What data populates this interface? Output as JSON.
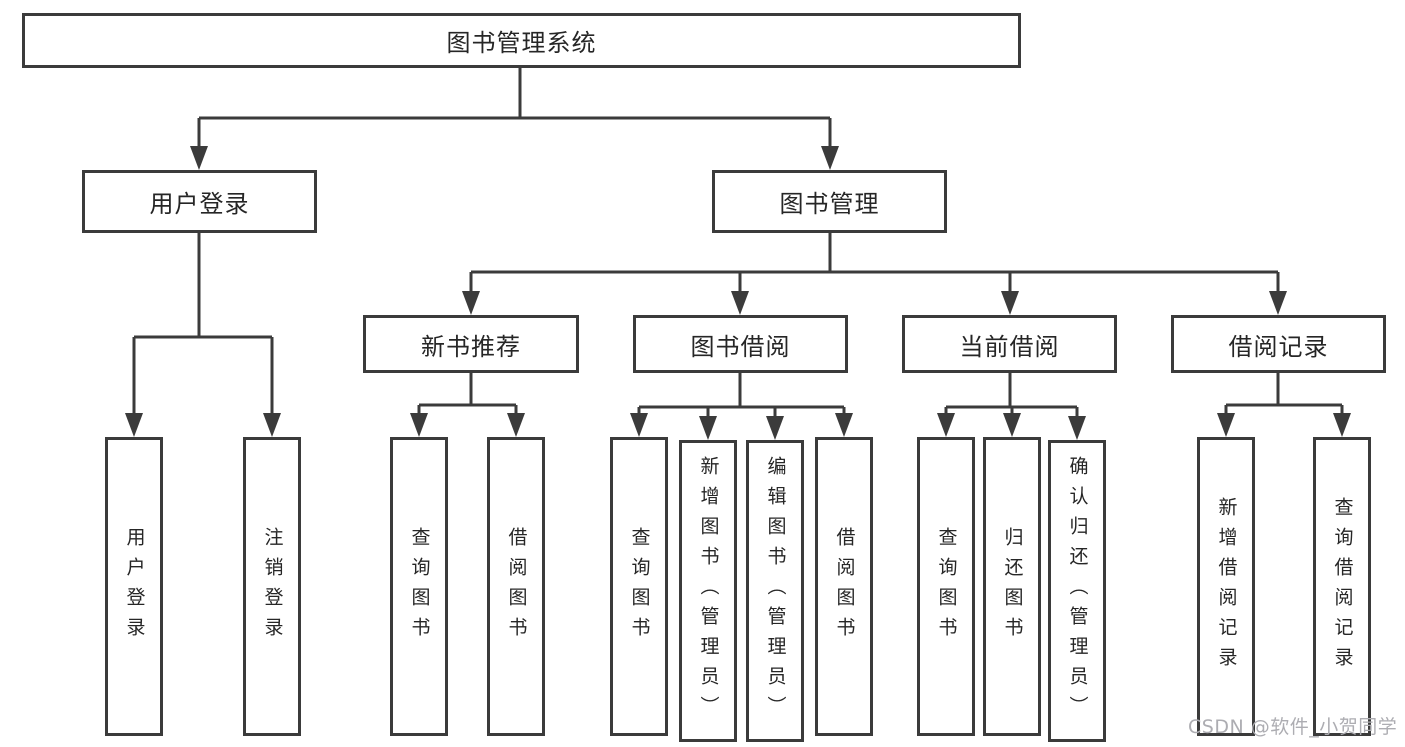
{
  "colors": {
    "line": "#3b3b3b",
    "box_border": "#3b3b3b",
    "text": "#262626",
    "watermark": "#adadb2",
    "background": "#ffffff"
  },
  "watermark": {
    "text": "CSDN @软件_小贺同学"
  },
  "tree": {
    "root": {
      "label": "图书管理系统",
      "children": [
        {
          "label": "用户登录",
          "children": [
            {
              "label": "用户登录"
            },
            {
              "label": "注销登录"
            }
          ]
        },
        {
          "label": "图书管理",
          "children": [
            {
              "label": "新书推荐",
              "children": [
                {
                  "label": "查询图书"
                },
                {
                  "label": "借阅图书"
                }
              ]
            },
            {
              "label": "图书借阅",
              "children": [
                {
                  "label": "查询图书"
                },
                {
                  "label": "新增图书（管理员）"
                },
                {
                  "label": "编辑图书（管理员）"
                },
                {
                  "label": "借阅图书"
                }
              ]
            },
            {
              "label": "当前借阅",
              "children": [
                {
                  "label": "查询图书"
                },
                {
                  "label": "归还图书"
                },
                {
                  "label": "确认归还（管理员）"
                }
              ]
            },
            {
              "label": "借阅记录",
              "children": [
                {
                  "label": "新增借阅记录"
                },
                {
                  "label": "查询借阅记录"
                }
              ]
            }
          ]
        }
      ]
    }
  }
}
